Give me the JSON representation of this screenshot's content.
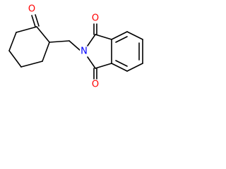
{
  "molecule": {
    "atoms": {
      "ketone_oxygen": {
        "symbol": "O",
        "color": "#ff0000"
      },
      "imide_nitrogen": {
        "symbol": "N",
        "color": "#0000ff"
      },
      "imide_oxygen_top": {
        "symbol": "O",
        "color": "#ff0000"
      },
      "imide_oxygen_bottom": {
        "symbol": "O",
        "color": "#ff0000"
      }
    },
    "bond_color": "#000000"
  }
}
